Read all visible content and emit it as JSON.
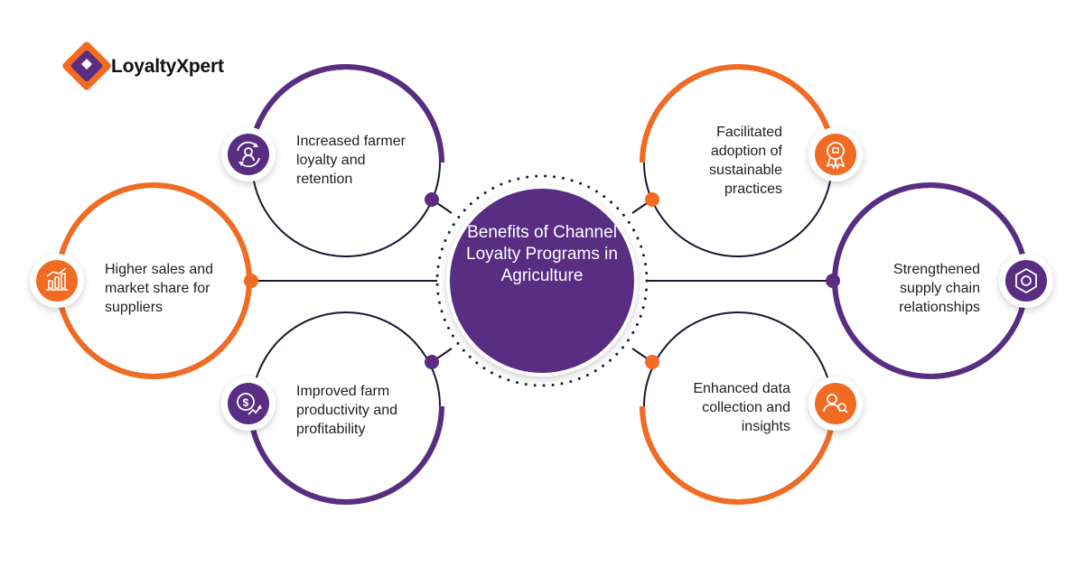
{
  "brand": {
    "name": "LoyaltyXpert"
  },
  "center": {
    "title": "Benefits of Channel Loyalty Programs in Agriculture"
  },
  "benefits": [
    {
      "label": "Increased farmer loyalty and retention",
      "icon": "user-cycle-icon"
    },
    {
      "label": "Higher sales and market share for suppliers",
      "icon": "bar-chart-growth-icon"
    },
    {
      "label": "Improved farm productivity and profitability",
      "icon": "dollar-growth-icon"
    },
    {
      "label": "Facilitated adoption of sustainable practices",
      "icon": "award-badge-icon"
    },
    {
      "label": "Strengthened supply chain relationships",
      "icon": "gear-network-icon"
    },
    {
      "label": "Enhanced data collection and insights",
      "icon": "user-insight-icon"
    }
  ],
  "colors": {
    "purple": "#582d82",
    "orange": "#f26b22",
    "dark": "#1a1630",
    "text": "#1e1e1e"
  }
}
